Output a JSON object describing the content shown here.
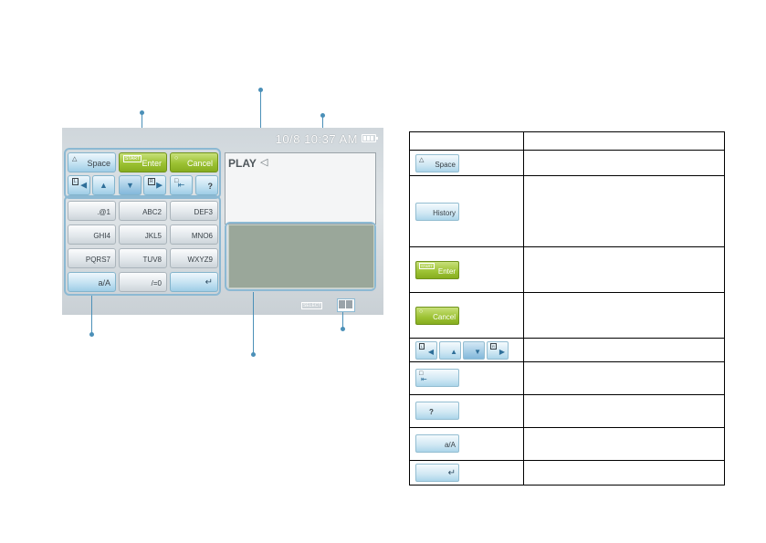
{
  "screen": {
    "clock": "10/8 10:37 AM",
    "text_field_value": "PLAY",
    "top_keys": {
      "space": {
        "symbol": "△",
        "label": "Space"
      },
      "enter": {
        "tag": "START",
        "label": "Enter"
      },
      "cancel": {
        "symbol": "○",
        "label": "Cancel"
      }
    },
    "nav_keys": {
      "l_tag": "L",
      "r_tag": "R",
      "square_tag": "□",
      "question": "?"
    },
    "char_keys": [
      ".@1",
      "ABC2",
      "DEF3",
      "GHI4",
      "JKL5",
      "MNO6",
      "PQRS7",
      "TUV8",
      "WXYZ9"
    ],
    "bottom_keys": {
      "case": "a/A",
      "symbols": "/=0"
    },
    "select_tag": "SELECT",
    "input_mode_icons": [
      "arrow-left-icon",
      "arrow-right-icon"
    ]
  },
  "reference_table": {
    "rows": [
      {
        "tag": "△",
        "label": "Space"
      },
      {
        "tag": "",
        "label": "History"
      },
      {
        "tagbox": "START",
        "label": "Enter",
        "green": true
      },
      {
        "tag": "○",
        "label": "Cancel",
        "green": true
      },
      {
        "nav": true,
        "l_tag": "L",
        "r_tag": "R"
      },
      {
        "tag": "□",
        "icon": "backspace-icon"
      },
      {
        "label": "?"
      },
      {
        "label": "a/A"
      },
      {
        "icon": "enter-icon"
      }
    ]
  },
  "colors": {
    "accent_blue": "#4b90b8",
    "key_green": "#9cc233",
    "predict_panel": "#9aa79a"
  }
}
